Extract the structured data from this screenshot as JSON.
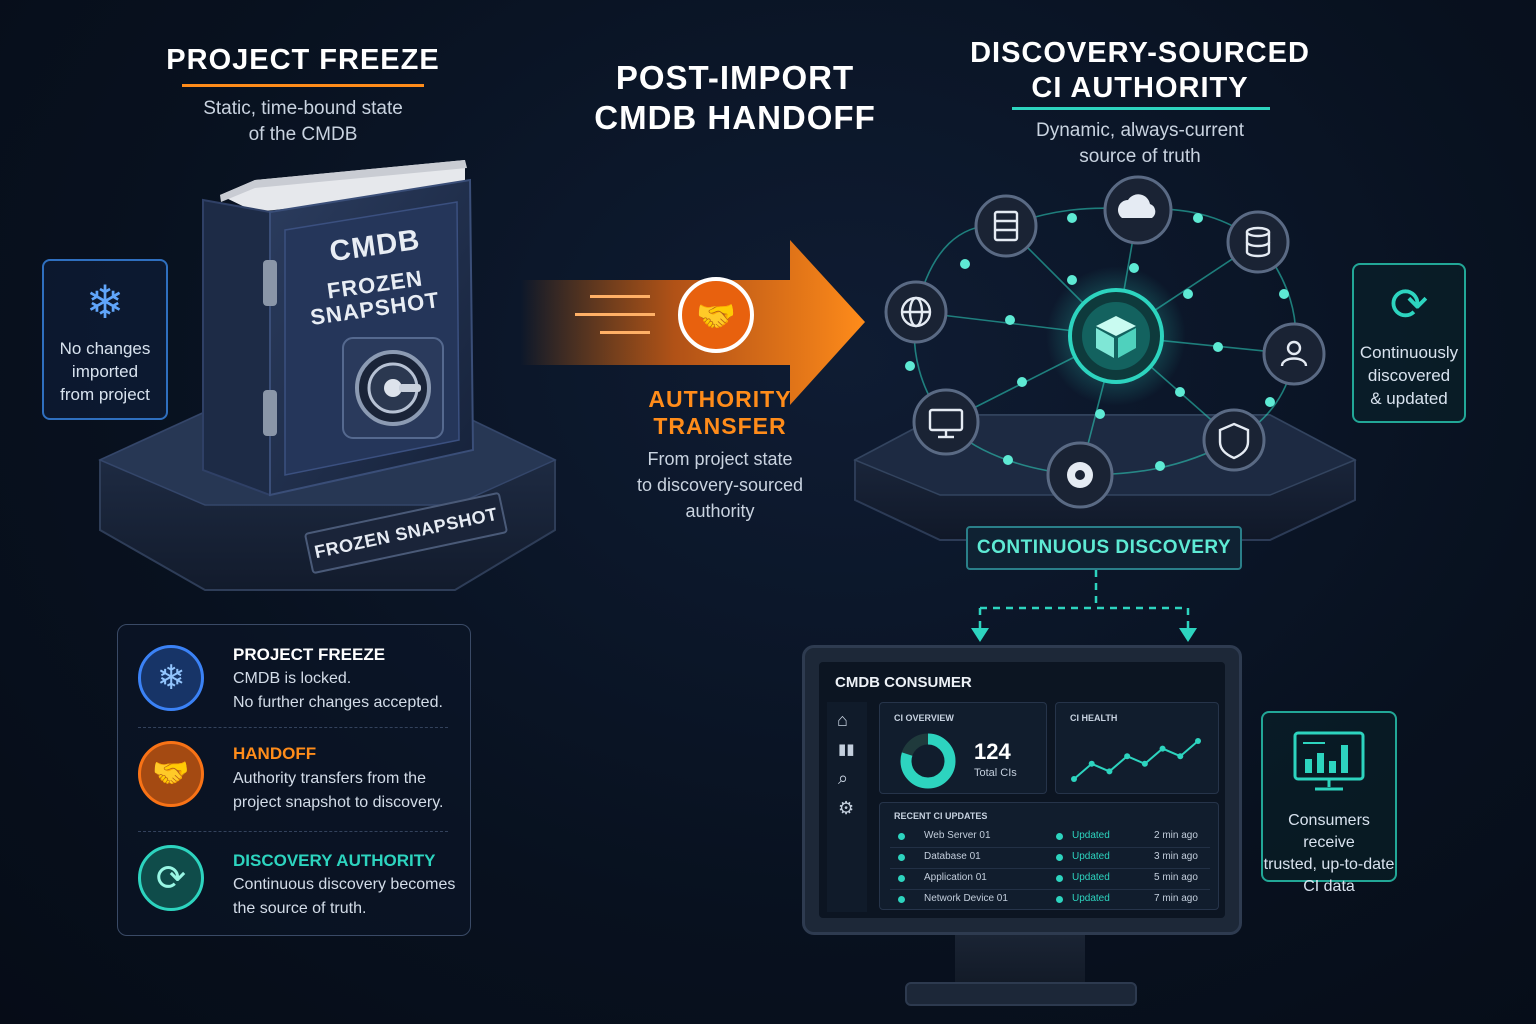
{
  "left": {
    "title": "PROJECT FREEZE",
    "subtitle_line1": "Static, time-bound state",
    "subtitle_line2": "of the CMDB",
    "book_label1": "CMDB",
    "book_label2": "FROZEN",
    "book_label3": "SNAPSHOT",
    "plaque": "FROZEN SNAPSHOT",
    "note_line1": "No changes",
    "note_line2": "imported",
    "note_line3": "from project"
  },
  "center": {
    "title_line1": "POST-IMPORT",
    "title_line2": "CMDB HANDOFF",
    "arrow_label1": "AUTHORITY",
    "arrow_label2": "TRANSFER",
    "desc_line1": "From project state",
    "desc_line2": "to discovery-sourced",
    "desc_line3": "authority"
  },
  "right": {
    "title_line1": "DISCOVERY-SOURCED",
    "title_line2": "CI AUTHORITY",
    "subtitle_line1": "Dynamic, always-current",
    "subtitle_line2": "source of truth",
    "base_label": "CONTINUOUS DISCOVERY",
    "note_line1": "Continuously",
    "note_line2": "discovered",
    "note_line3": "& updated",
    "consumer_note_line1": "Consumers receive",
    "consumer_note_line2": "trusted, up-to-date",
    "consumer_note_line3": "CI data"
  },
  "legend": [
    {
      "title": "PROJECT FREEZE",
      "line1": "CMDB is locked.",
      "line2": "No further changes accepted.",
      "color": "#3b82f6"
    },
    {
      "title": "HANDOFF",
      "line1": "Authority transfers from the",
      "line2": "project snapshot to discovery.",
      "color": "#f97316"
    },
    {
      "title": "DISCOVERY AUTHORITY",
      "line1": "Continuous discovery becomes",
      "line2": "the source of truth.",
      "color": "#2dd4bf"
    }
  ],
  "dashboard": {
    "title": "CMDB CONSUMER",
    "overview_title": "CI OVERVIEW",
    "total_value": "124",
    "total_label": "Total CIs",
    "health_title": "CI HEALTH",
    "health_series": [
      2,
      4,
      3,
      5,
      4,
      6,
      5,
      7
    ],
    "updates_title": "RECENT CI UPDATES",
    "updates": [
      {
        "name": "Web Server 01",
        "status": "Updated",
        "time": "2 min ago"
      },
      {
        "name": "Database 01",
        "status": "Updated",
        "time": "3 min ago"
      },
      {
        "name": "Application 01",
        "status": "Updated",
        "time": "5 min ago"
      },
      {
        "name": "Network Device 01",
        "status": "Updated",
        "time": "7 min ago"
      }
    ],
    "donut_fraction": 0.8
  },
  "icons": {
    "snowflake": "snowflake-icon",
    "handshake": "handshake-icon",
    "sync": "sync-icon",
    "monitor": "monitor-chart-icon"
  }
}
